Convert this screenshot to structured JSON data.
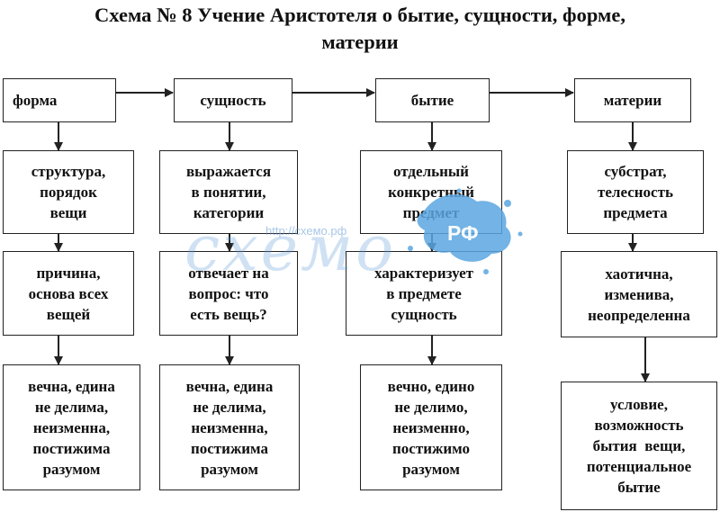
{
  "title": {
    "line1": "Схема № 8 Учение Аристотеля о бытие, сущности, форме,",
    "line2": "материи"
  },
  "headers": {
    "forma": "форма",
    "sushchnost": "сущность",
    "bytie": "бытие",
    "materiya": "материи"
  },
  "col_forma": {
    "r1": [
      "структура,",
      "порядок",
      "вещи"
    ],
    "r2": [
      "причина,",
      "основа всех",
      "вещей"
    ],
    "r3": [
      "вечна, едина",
      "не делима,",
      "неизменна,",
      "постижима",
      "разумом"
    ]
  },
  "col_sushchnost": {
    "r1": [
      "выражается",
      "в понятии,",
      "категории"
    ],
    "r2": [
      "отвечает на",
      "вопрос: что",
      "есть вещь?"
    ],
    "r3": [
      "вечна, едина",
      "не делима,",
      "неизменна,",
      "постижима",
      "разумом"
    ]
  },
  "col_bytie": {
    "r1": [
      "отдельный",
      "конкретный",
      "предмет"
    ],
    "r2": [
      "характеризует",
      "в предмете",
      "сущность"
    ],
    "r3": [
      "вечно, едино",
      "не делимо,",
      "неизменно,",
      "постижимо",
      "разумом"
    ]
  },
  "col_materiya": {
    "r1": [
      "субстрат,",
      "телесность",
      "предмета"
    ],
    "r2": [
      "хаотична,",
      "изменива,",
      "неопределенна"
    ],
    "r3": [
      "условие,",
      "возможность",
      "бытия  вещи,",
      "потенциальное",
      "бытие"
    ]
  },
  "watermark": {
    "logo": "схемо",
    "url": "http://схемо.рф",
    "rf": "РФ"
  },
  "colors": {
    "line": "#222222",
    "watermark_blue": "#5aa6e0"
  }
}
